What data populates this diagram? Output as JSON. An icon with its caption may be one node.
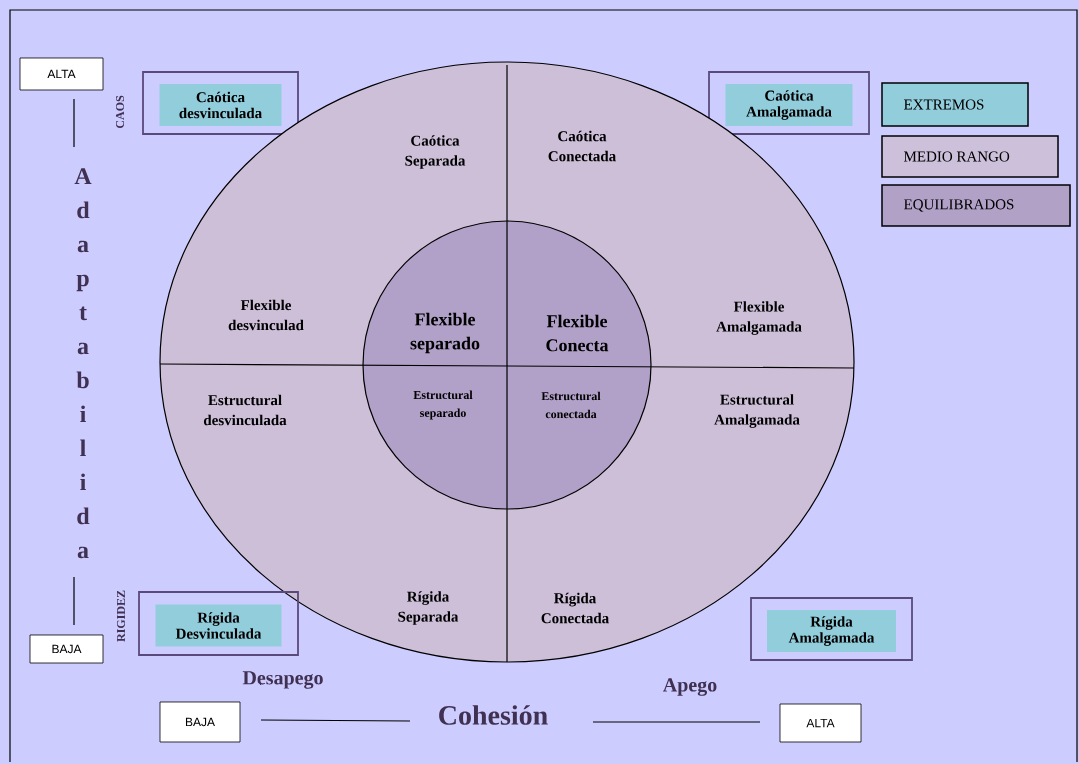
{
  "diagram": {
    "nodes": [
      {
        "text": [],
        "shape": "box"
      },
      {
        "text": [
          "Caótica desvinculada"
        ],
        "in": 0
      },
      {
        "text": [],
        "shape": "box"
      },
      {
        "text": [
          "Caótica Amalgamada"
        ],
        "in": 2
      },
      {
        "text": [
          "Caótica Separada",
          "Caótica Conectada",
          "Flexible desvinculad",
          "Flexible Amalgamada",
          "Estructural desvinculada",
          "Estructural Amalgamada",
          "Rígida Separada",
          "Rígida Conectada"
        ]
      },
      {
        "text": [
          "Flexible separado",
          "Flexible Conecta",
          "Estructural separado",
          "Estructural conectada"
        ],
        "in": 4
      },
      {
        "text": [],
        "shape": "box"
      },
      {
        "text": [
          "Rígida Desvinculada"
        ],
        "in": 6
      },
      {
        "text": [],
        "shape": "box"
      },
      {
        "text": [
          "Rígida Amalgamada"
        ],
        "in": 8
      },
      {
        "text": [
          "ALTA"
        ]
      },
      {
        "text": [
          "BAJA"
        ]
      },
      {
        "text": [
          "BAJA"
        ]
      },
      {
        "text": [
          "ALTA"
        ]
      }
    ],
    "labels": [
      "CAOS",
      "Adaptabilida",
      "RIGIDEZ",
      "Desapego",
      "Apego",
      "Cohesión"
    ],
    "legend": [
      {
        "text": "EXTREMOS",
        "color": "#92cddc"
      },
      {
        "text": "MEDIO RANGO",
        "color": "#ccc0da"
      },
      {
        "text": "EQUILIBRADOS",
        "color": "#b2a1c7"
      }
    ]
  }
}
